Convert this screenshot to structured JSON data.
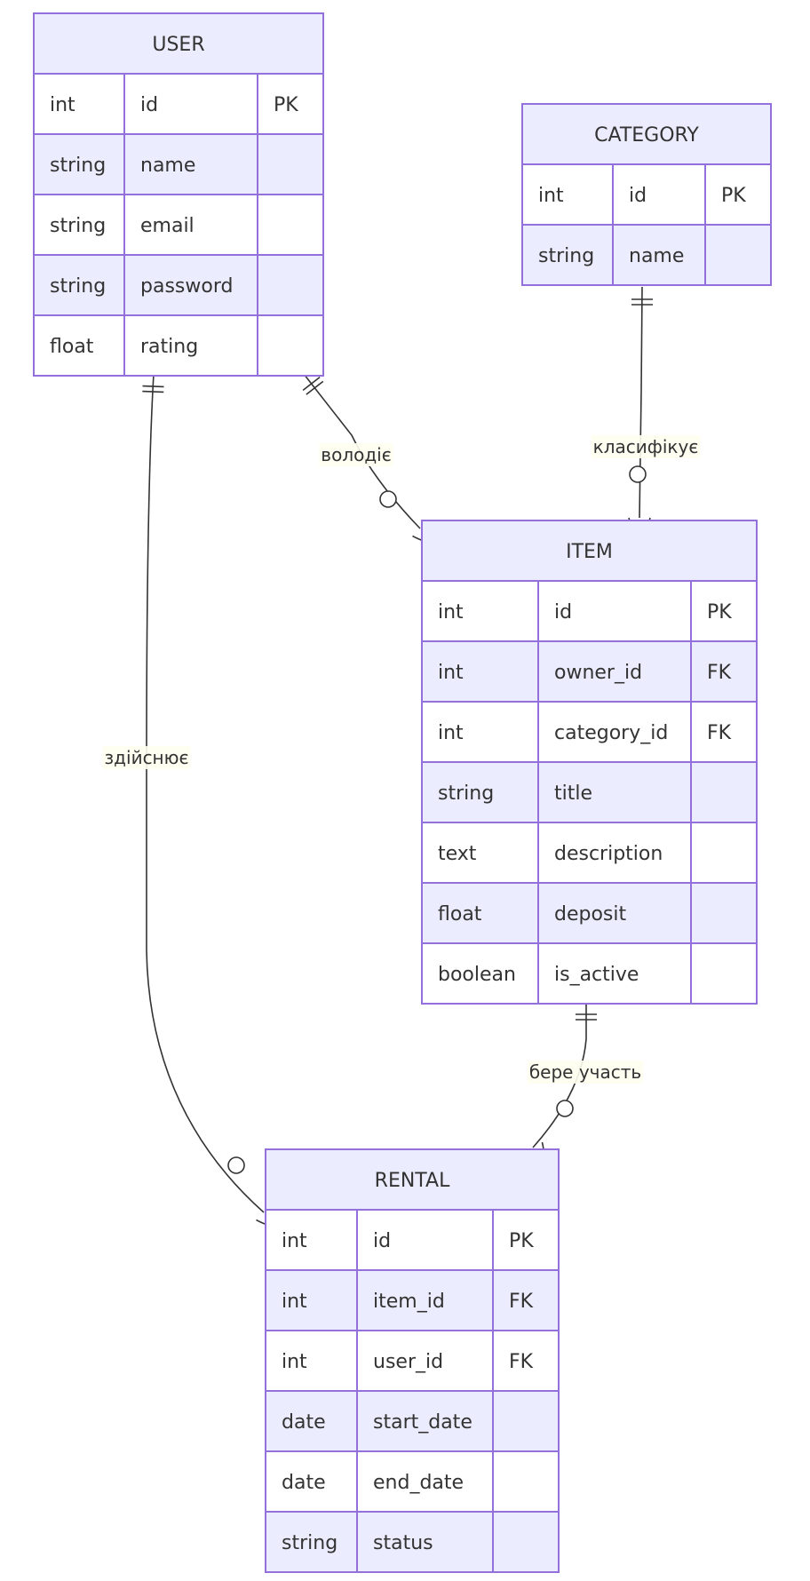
{
  "colors": {
    "border": "#9370DB",
    "header_fill": "#ECECFF",
    "odd_row_fill": "#FFFFFF",
    "even_row_fill": "#ECECFF",
    "line": "#333333",
    "label_bg": "#FEFEF0",
    "text": "#333333"
  },
  "entities": [
    {
      "id": "user",
      "name": "USER",
      "attributes": [
        {
          "type": "int",
          "name": "id",
          "key": "PK"
        },
        {
          "type": "string",
          "name": "name",
          "key": ""
        },
        {
          "type": "string",
          "name": "email",
          "key": ""
        },
        {
          "type": "string",
          "name": "password",
          "key": ""
        },
        {
          "type": "float",
          "name": "rating",
          "key": ""
        }
      ]
    },
    {
      "id": "category",
      "name": "CATEGORY",
      "attributes": [
        {
          "type": "int",
          "name": "id",
          "key": "PK"
        },
        {
          "type": "string",
          "name": "name",
          "key": ""
        }
      ]
    },
    {
      "id": "item",
      "name": "ITEM",
      "attributes": [
        {
          "type": "int",
          "name": "id",
          "key": "PK"
        },
        {
          "type": "int",
          "name": "owner_id",
          "key": "FK"
        },
        {
          "type": "int",
          "name": "category_id",
          "key": "FK"
        },
        {
          "type": "string",
          "name": "title",
          "key": ""
        },
        {
          "type": "text",
          "name": "description",
          "key": ""
        },
        {
          "type": "float",
          "name": "deposit",
          "key": ""
        },
        {
          "type": "boolean",
          "name": "is_active",
          "key": ""
        }
      ]
    },
    {
      "id": "rental",
      "name": "RENTAL",
      "attributes": [
        {
          "type": "int",
          "name": "id",
          "key": "PK"
        },
        {
          "type": "int",
          "name": "item_id",
          "key": "FK"
        },
        {
          "type": "int",
          "name": "user_id",
          "key": "FK"
        },
        {
          "type": "date",
          "name": "start_date",
          "key": ""
        },
        {
          "type": "date",
          "name": "end_date",
          "key": ""
        },
        {
          "type": "string",
          "name": "status",
          "key": ""
        }
      ]
    }
  ],
  "relationships": [
    {
      "id": "owns",
      "from": "user",
      "to": "item",
      "label": "володіє",
      "from_cardinality": "exactly-one",
      "to_cardinality": "zero-or-many"
    },
    {
      "id": "classifies",
      "from": "category",
      "to": "item",
      "label": "класифікує",
      "from_cardinality": "exactly-one",
      "to_cardinality": "zero-or-many"
    },
    {
      "id": "performs",
      "from": "user",
      "to": "rental",
      "label": "здійснює",
      "from_cardinality": "exactly-one",
      "to_cardinality": "zero-or-many"
    },
    {
      "id": "participates",
      "from": "item",
      "to": "rental",
      "label": "бере участь",
      "from_cardinality": "exactly-one",
      "to_cardinality": "zero-or-many"
    }
  ]
}
